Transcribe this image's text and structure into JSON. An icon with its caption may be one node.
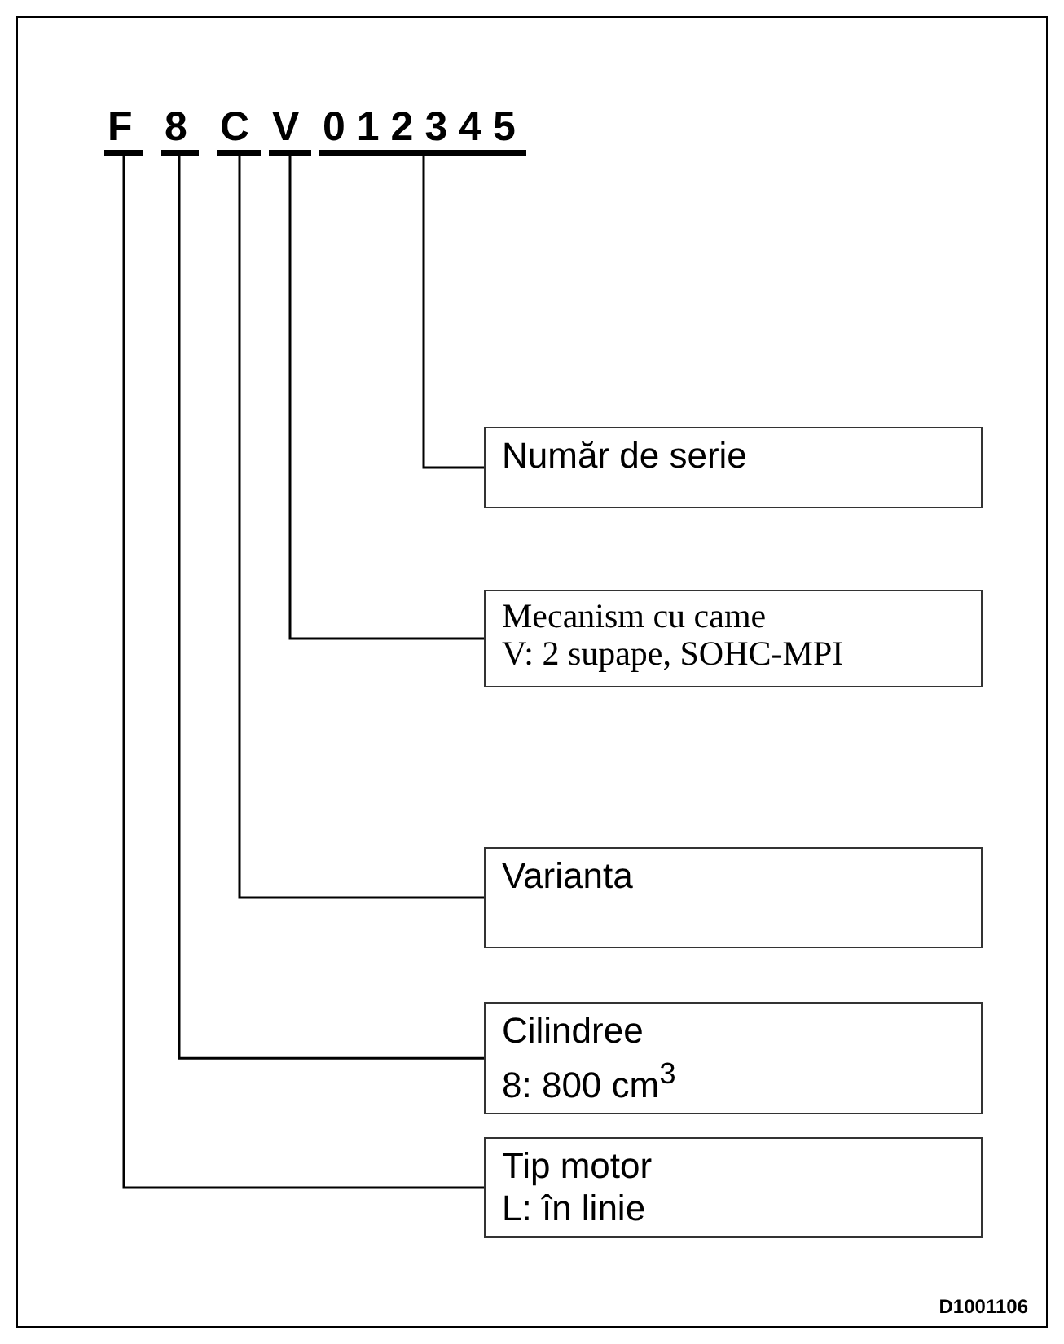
{
  "diagram": {
    "nodes": [
      {
        "text": [
          "F"
        ]
      },
      {
        "text": [
          "8"
        ]
      },
      {
        "text": [
          "C"
        ]
      },
      {
        "text": [
          "V"
        ]
      },
      {
        "text": [
          "012345"
        ]
      },
      {
        "text": [
          "Număr de serie"
        ]
      },
      {
        "text": [
          "Mecanism cu came",
          "V: 2 supape, SOHC-MPI"
        ]
      },
      {
        "text": [
          "Varianta"
        ]
      },
      {
        "text": [
          "Cilindree",
          "8: 800 cm$^{3}$"
        ]
      },
      {
        "text": [
          "Tip motor",
          "L: în linie"
        ]
      }
    ],
    "edges": [
      {
        "from": 4,
        "to": 5,
        "arrow": "none"
      },
      {
        "from": 3,
        "to": 6,
        "arrow": "none"
      },
      {
        "from": 2,
        "to": 7,
        "arrow": "none"
      },
      {
        "from": 1,
        "to": 8,
        "arrow": "none"
      },
      {
        "from": 0,
        "to": 9,
        "arrow": "none"
      }
    ],
    "labels": [
      "D1001106"
    ]
  }
}
